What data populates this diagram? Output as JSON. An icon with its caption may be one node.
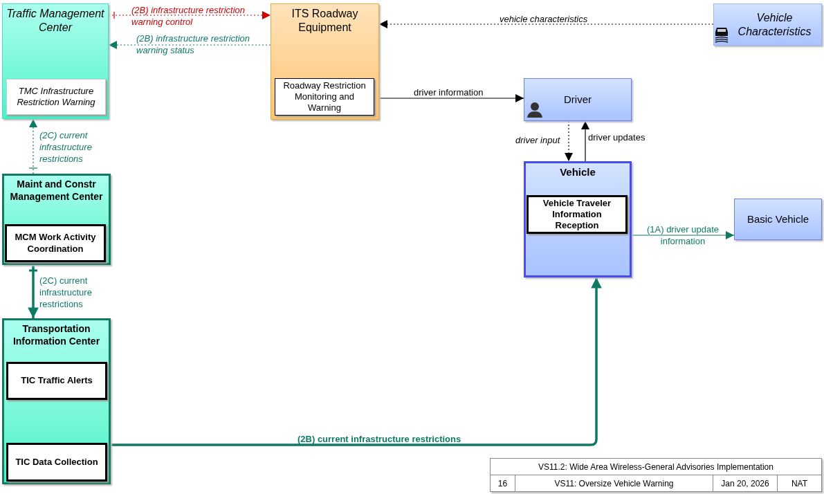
{
  "diagram": {
    "nodes": [
      {
        "text": [
          "Traffic Management Center"
        ]
      },
      {
        "text": [
          "TMC Infrastructure Restriction Warning"
        ],
        "in": 0
      },
      {
        "text": [
          "ITS Roadway Equipment"
        ]
      },
      {
        "text": [
          "Roadway Restriction Monitoring and Warning"
        ],
        "in": 2
      },
      {
        "text": [
          "Vehicle Characteristics"
        ]
      },
      {
        "text": [
          "Driver"
        ]
      },
      {
        "text": [
          "Vehicle"
        ]
      },
      {
        "text": [
          "Vehicle Traveler Information Reception"
        ],
        "in": 6
      },
      {
        "text": [
          "Basic Vehicle"
        ]
      },
      {
        "text": [
          "Maint and Constr Management Center"
        ]
      },
      {
        "text": [
          "MCM Work Activity Coordination"
        ],
        "in": 9
      },
      {
        "text": [
          "Transportation Information Center"
        ]
      },
      {
        "text": [
          "TIC Traffic Alerts"
        ],
        "in": 11
      },
      {
        "text": [
          "TIC Data Collection"
        ],
        "in": 11
      }
    ],
    "edges": [
      {
        "from": 0,
        "to": 2,
        "arrow": "to",
        "label": "(2B) infrastructure restriction warning control",
        "style": "dashed",
        "color": "#cc0000"
      },
      {
        "from": 2,
        "to": 0,
        "arrow": "to",
        "label": "(2B) infrastructure restriction warning status",
        "style": "dashed"
      },
      {
        "from": 4,
        "to": 2,
        "arrow": "to",
        "label": "vehicle characteristics",
        "style": "dashed",
        "color": "#000000"
      },
      {
        "from": 3,
        "to": 5,
        "arrow": "to",
        "label": "driver information",
        "color": "#000000"
      },
      {
        "from": 5,
        "to": 6,
        "arrow": "to",
        "label": "driver input",
        "style": "dashed",
        "color": "#000000"
      },
      {
        "from": 6,
        "to": 5,
        "arrow": "to",
        "label": "driver updates",
        "color": "#000000"
      },
      {
        "from": 6,
        "to": 8,
        "arrow": "to",
        "label": "(1A) driver update information"
      },
      {
        "from": 9,
        "to": 0,
        "arrow": "to",
        "label": "(2C) current infrastructure restrictions",
        "style": "dashed"
      },
      {
        "from": 9,
        "to": 11,
        "arrow": "to",
        "label": "(2C) current infrastructure restrictions",
        "style": "thick"
      },
      {
        "from": 13,
        "to": 6,
        "arrow": "to",
        "label": "(2B) current infrastructure restrictions",
        "style": "thick"
      }
    ],
    "labels": [
      "VS11.2: Wide Area Wireless-General Advisories Implementation",
      "16",
      "VS11: Oversize Vehicle Warning",
      "Jan 20, 2026",
      "NAT"
    ]
  }
}
